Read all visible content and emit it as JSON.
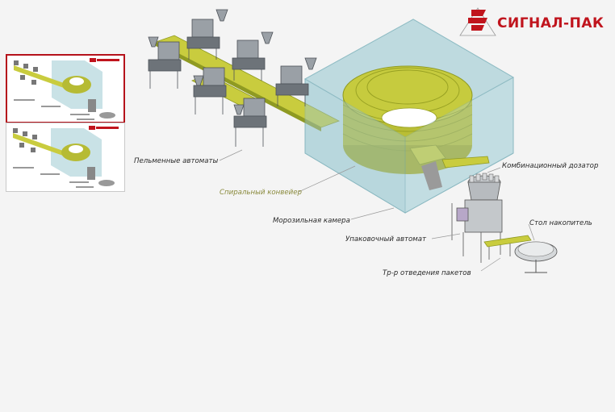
{
  "logo": {
    "text": "СИГНАЛ-ПАК",
    "color": "#c0141d"
  },
  "thumbnails": [
    {
      "active": true
    },
    {
      "active": false
    }
  ],
  "labels": {
    "dumpling_machines": "Пельменные автоматы",
    "spiral_conveyor": "Спиральный конвейер",
    "freezing_chamber": "Морозильная камера",
    "combination_dosing": "Комбинационный дозатор",
    "packing_machine": "Упаковочный автомат",
    "accumulation_table": "Стол накопитель",
    "bag_conveyor": "Тр-р отведения пакетов"
  },
  "colors": {
    "conveyor": "#c9cc3e",
    "conveyor_dark": "#8f9a22",
    "chamber": "#a9cfd6",
    "chamber_edge": "#7fb0ba",
    "highlight_label": "#8a8a3c"
  }
}
